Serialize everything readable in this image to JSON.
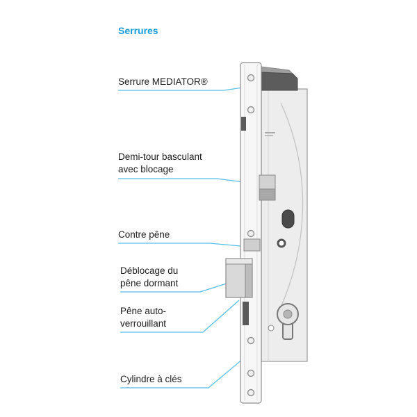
{
  "page": {
    "title": "Serrures"
  },
  "labels": [
    {
      "text": "Serrure MEDIATOR®"
    },
    {
      "text": "Demi-tour basculant avec blocage"
    },
    {
      "text": "Contre pêne"
    },
    {
      "text": "Déblocage du pêne dormant"
    },
    {
      "text": "Pêne auto-verrouillant"
    },
    {
      "text": "Cylindre à clés"
    }
  ],
  "colors": {
    "accent_title": "#1b9dd9",
    "leader_line": "#54bde8",
    "label_text": "#1c1c1c",
    "lock_body": "#ededed",
    "lock_outline": "#8f8f8f",
    "dark_part": "#5c5c5c"
  }
}
